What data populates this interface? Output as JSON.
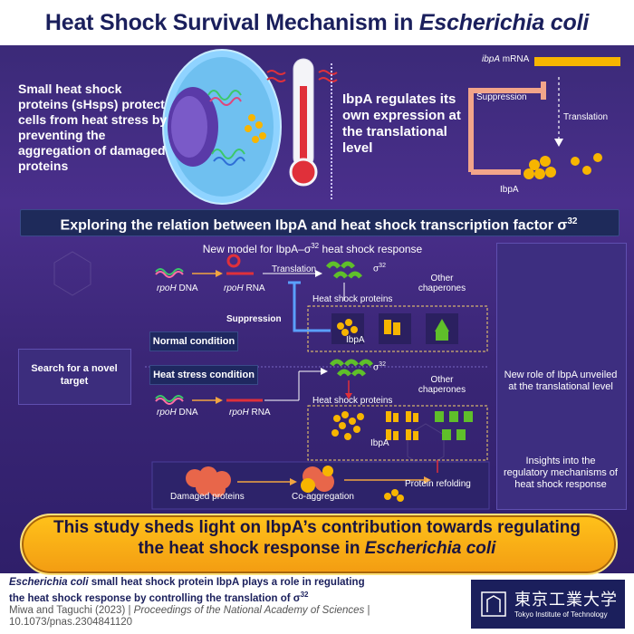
{
  "title": {
    "main": "Heat Shock Survival Mechanism in ",
    "italic": "Escherichia coli"
  },
  "intro": {
    "text": "Small heat shock proteins (sHsps) protect cells from heat stress by preventing the aggregation of damaged proteins"
  },
  "regulation": {
    "text": "IbpA regulates its own expression at the translational level",
    "mrna_label": "ibpA",
    "mrna_suffix": " mRNA",
    "suppression": "Suppression",
    "translation": "Translation",
    "ibpa": "IbpA"
  },
  "banner": {
    "text": "Exploring the relation between IbpA and heat shock transcription factor σ",
    "sup": "32"
  },
  "model": {
    "title": "New model for IbpA–σ",
    "title_sup": "32",
    "title_suffix": " heat shock response",
    "search": "Search for a novel target",
    "normal": {
      "condition": "Normal condition",
      "rpoh_dna": "rpoH",
      "rpoh_dna_suffix": " DNA",
      "rpoh_rna": "rpoH",
      "rpoh_rna_suffix": " RNA",
      "translation": "Translation",
      "sigma": "σ",
      "sigma_sup": "32",
      "hsp": "Heat shock proteins",
      "other": "Other chaperones",
      "suppression": "Suppression",
      "ibpa": "IbpA"
    },
    "stress": {
      "condition": "Heat stress condition",
      "rpoh_dna": "rpoH",
      "rpoh_dna_suffix": " DNA",
      "rpoh_rna": "rpoH",
      "rpoh_rna_suffix": " RNA",
      "sigma": "σ",
      "sigma_sup": "32",
      "hsp": "Heat shock proteins",
      "other": "Other chaperones",
      "ibpa": "IbpA",
      "damaged": "Damaged proteins",
      "coagg": "Co-aggregation",
      "refold": "Protein refolding"
    }
  },
  "right_panel": {
    "item1": "New role of IbpA unveiled at the translational level",
    "item2": "Insights into the regulatory mechanisms of heat shock response"
  },
  "conclusion": {
    "line1": "This study sheds light on IbpA’s contribution towards regulating",
    "line2": "the heat shock response in ",
    "line2_italic": "Escherichia coli"
  },
  "citation": {
    "italic": "Escherichia coli",
    "line1_rest": " small heat shock protein IbpA plays a role in regulating",
    "line2": "the heat shock response by controlling the translation of σ",
    "line2_sup": "32",
    "authors": "Miwa and Taguchi (2023) | ",
    "journal": "Proceedings of the National Academy of Sciences",
    "journal_sep": " |",
    "doi": "10.1073/pnas.2304841120"
  },
  "logo": {
    "jp": "東京工業大学",
    "en": "Tokyo Institute of Technology"
  },
  "colors": {
    "navy": "#1a1f5c",
    "purple": "#3b2a78",
    "gold": "#f7b500",
    "green": "#5fbf2a",
    "orange": "#f2a541"
  }
}
